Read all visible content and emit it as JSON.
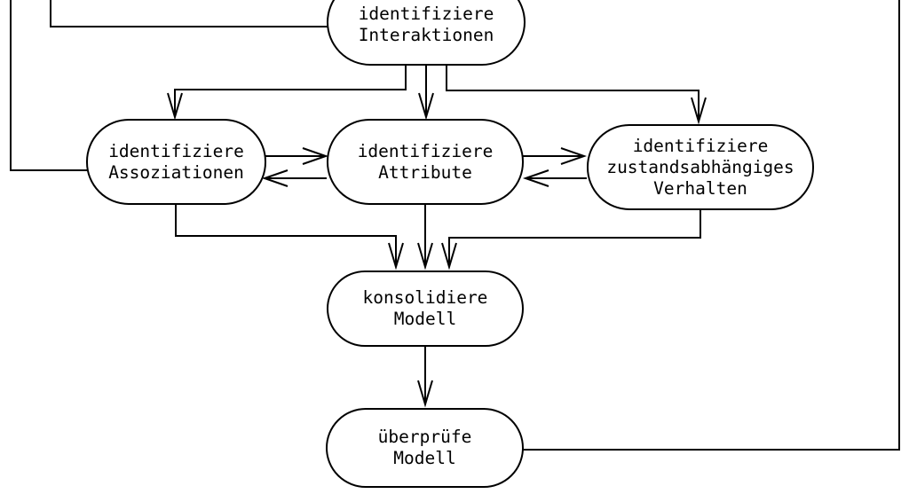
{
  "diagram": {
    "background_color": "#ffffff",
    "line_color": "#000000",
    "text_color": "#000000",
    "nodes": {
      "interaktionen": {
        "lines": [
          "identifiziere",
          "Interaktionen"
        ]
      },
      "assoziationen": {
        "lines": [
          "identifiziere",
          "Assoziationen"
        ]
      },
      "attribute": {
        "lines": [
          "identifiziere",
          "Attribute"
        ]
      },
      "verhalten": {
        "lines": [
          "identifiziere",
          "zustandsabhängiges",
          "Verhalten"
        ]
      },
      "konsolidiere": {
        "lines": [
          "konsolidiere",
          "Modell"
        ]
      },
      "ueberpruefe": {
        "lines": [
          "überprüfe",
          "Modell"
        ]
      }
    },
    "edges": [
      {
        "from": "offscreen-top",
        "to": "assoziationen-left",
        "arrowhead": false
      },
      {
        "from": "offscreen-top",
        "to": "interaktionen-left",
        "arrowhead": false
      },
      {
        "from": "interaktionen",
        "to": "assoziationen",
        "arrowhead": true
      },
      {
        "from": "interaktionen",
        "to": "attribute",
        "arrowhead": true
      },
      {
        "from": "interaktionen",
        "to": "verhalten",
        "arrowhead": true
      },
      {
        "from": "assoziationen",
        "to": "attribute",
        "arrowhead": true
      },
      {
        "from": "attribute",
        "to": "assoziationen",
        "arrowhead": true
      },
      {
        "from": "attribute",
        "to": "verhalten",
        "arrowhead": true
      },
      {
        "from": "verhalten",
        "to": "attribute",
        "arrowhead": true
      },
      {
        "from": "assoziationen",
        "to": "konsolidiere",
        "arrowhead": true
      },
      {
        "from": "attribute",
        "to": "konsolidiere",
        "arrowhead": true
      },
      {
        "from": "verhalten",
        "to": "konsolidiere",
        "arrowhead": true
      },
      {
        "from": "konsolidiere",
        "to": "ueberpruefe",
        "arrowhead": true
      },
      {
        "from": "ueberpruefe",
        "to": "offscreen-top-right",
        "arrowhead": false
      }
    ]
  }
}
